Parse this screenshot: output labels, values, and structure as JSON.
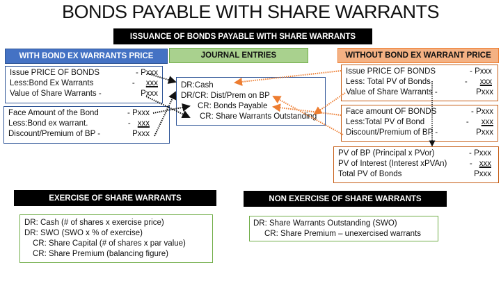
{
  "title": "BONDS PAYABLE WITH SHARE WARRANTS",
  "issuance_banner": "ISSUANCE OF BONDS PAYABLE WITH SHARE WARRANTS",
  "with_bond_ex": {
    "header": "WITH BOND EX WARRANTS PRICE",
    "box1": [
      {
        "label": "Issue PRICE OF BONDS",
        "amount": "- Pxxx"
      },
      {
        "label": "Less:Bond Ex Warrants",
        "amount": "-   xxx"
      },
      {
        "label": "Value of Share Warrants -",
        "amount": "Pxxx"
      }
    ],
    "box2": [
      {
        "label": "Face Amount of the Bond",
        "amount": "- Pxxx"
      },
      {
        "label": "Less:Bond ex warrant.",
        "amount": "-  xxx"
      },
      {
        "label": "Discount/Premium of BP -",
        "amount": "Pxxx"
      }
    ]
  },
  "journal": {
    "header": "JOURNAL ENTRIES",
    "lines": [
      "DR:Cash",
      "DR/CR: Dist/Prem on BP",
      "CR:  Bonds Payable",
      "CR:  Share Warrants Outstanding"
    ]
  },
  "without_bond_ex": {
    "header": "WITHOUT BOND EX WARRANT PRICE",
    "box1": [
      {
        "label": "Issue PRICE OF BONDS",
        "amount": "- Pxxx"
      },
      {
        "label": "Less: Total PV of Bonds",
        "amount": "-   xxx"
      },
      {
        "label": "Value of Share Warrants -",
        "amount": "Pxxx"
      }
    ],
    "box2": [
      {
        "label": "Face amount OF BONDS",
        "amount": "- Pxxx"
      },
      {
        "label": "Less:Total PV of  Bond",
        "amount": "-   xxx"
      },
      {
        "label": "Discount/Premium of BP -",
        "amount": "Pxxx"
      }
    ],
    "pv_box": [
      {
        "label": "PV of BP (Principal x PVor)",
        "amount": "- Pxxx"
      },
      {
        "label": "PV of Interest  (Interest xPVAn)",
        "amount": "-  xxx"
      },
      {
        "label": "Total PV of Bonds",
        "amount": "Pxxx"
      }
    ]
  },
  "exercise": {
    "header": "EXERCISE OF SHARE WARRANTS",
    "lines": [
      "DR: Cash (# of shares x exercise price)",
      "DR: SWO (SWO x % of exercise)",
      "CR: Share Capital (# of shares x par value)",
      "CR: Share Premium (balancing figure)"
    ]
  },
  "non_exercise": {
    "header": "NON EXERCISE OF SHARE WARRANTS",
    "lines": [
      "DR: Share Warrants Outstanding (SWO)",
      "CR: Share Premium – unexercised warrants"
    ]
  },
  "colors": {
    "blue": "#4472c4",
    "green": "#a9d18e",
    "orange": "#f4b183",
    "orange_arrow": "#ed7d31"
  }
}
